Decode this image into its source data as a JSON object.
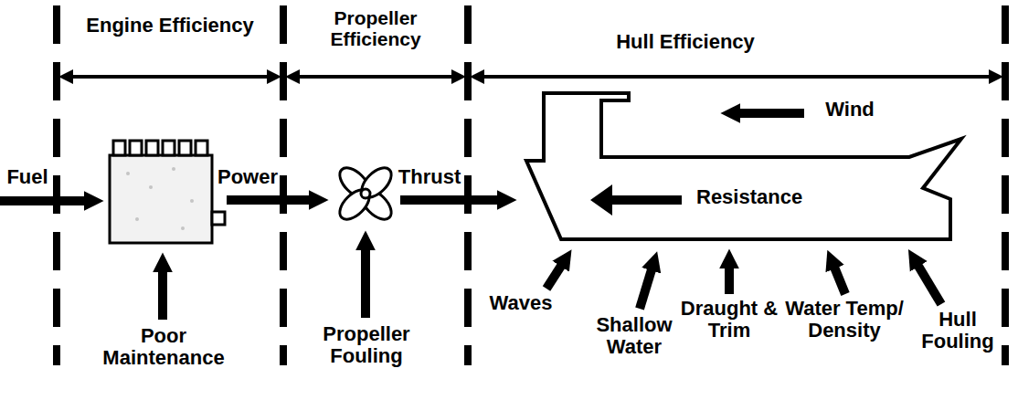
{
  "diagram": {
    "nodes": [
      {
        "text": [
          "Resistance"
        ]
      }
    ],
    "labels": [
      "Engine Efficiency",
      "Propeller Efficiency",
      "Hull Efficiency",
      "Wind",
      "Fuel",
      "Power",
      "Thrust",
      "Poor Maintenance",
      "Propeller Fouling",
      "Waves",
      "Shallow Water",
      "Draught & Trim",
      "Water Temp/ Density",
      "Hull Fouling"
    ]
  }
}
